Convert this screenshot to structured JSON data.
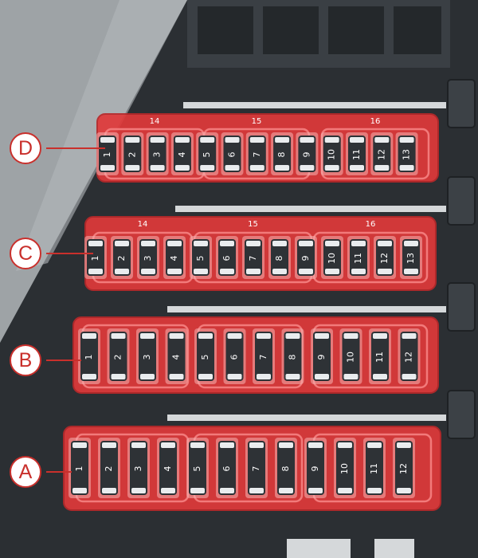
{
  "colors": {
    "panel_background": "#2b2f33",
    "cover_gray": "#9ea3a6",
    "highlight_red": "#e0393a",
    "fuse_body": "#2e3236",
    "fuse_cap": "#e9ecee",
    "label_white": "#ffffff",
    "callout_red": "#c9302c"
  },
  "fuse_blocks": [
    {
      "letter": "D",
      "fuses": [
        "1",
        "2",
        "3",
        "4",
        "5",
        "6",
        "7",
        "8",
        "9",
        "10",
        "11",
        "12",
        "13"
      ],
      "group_labels": [
        "14",
        "15",
        "16"
      ]
    },
    {
      "letter": "C",
      "fuses": [
        "1",
        "2",
        "3",
        "4",
        "5",
        "6",
        "7",
        "8",
        "9",
        "10",
        "11",
        "12",
        "13"
      ],
      "group_labels": [
        "14",
        "15",
        "16"
      ]
    },
    {
      "letter": "B",
      "fuses": [
        "1",
        "2",
        "3",
        "4",
        "5",
        "6",
        "7",
        "8",
        "9",
        "10",
        "11",
        "12"
      ],
      "group_labels": []
    },
    {
      "letter": "A",
      "fuses": [
        "1",
        "2",
        "3",
        "4",
        "5",
        "6",
        "7",
        "8",
        "9",
        "10",
        "11",
        "12"
      ],
      "group_labels": []
    }
  ]
}
